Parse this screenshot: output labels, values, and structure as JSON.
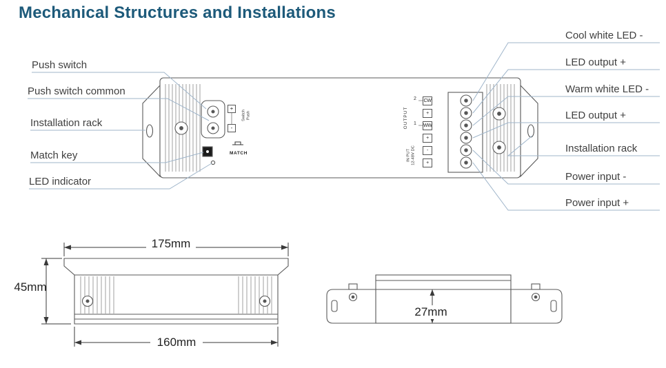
{
  "title": "Mechanical Structures and Installations",
  "left_labels": [
    "Push switch",
    "Push switch common",
    "Installation rack",
    "Match key",
    "LED indicator"
  ],
  "right_labels": [
    "Cool white LED -",
    "LED output +",
    "Warm white LED -",
    "LED output +",
    "Installation rack",
    "Power input -",
    "Power input +"
  ],
  "device": {
    "output_label": "OUTPUT",
    "input_label_line1": "IN PUT",
    "input_label_line2": "12-48V DC",
    "switch_label_line1": "Switch",
    "switch_label_line2": "Push",
    "match_label": "MATCH",
    "push_terminal_plus": "+",
    "push_terminal_minus": "-",
    "channel_2": "2",
    "channel_1": "1",
    "terminal_labels": [
      "CW",
      "+",
      "WW",
      "+",
      "-",
      "+"
    ]
  },
  "dimensions": {
    "top_width": "175mm",
    "height": "45mm",
    "bottom_width": "160mm",
    "side_height": "27mm"
  }
}
